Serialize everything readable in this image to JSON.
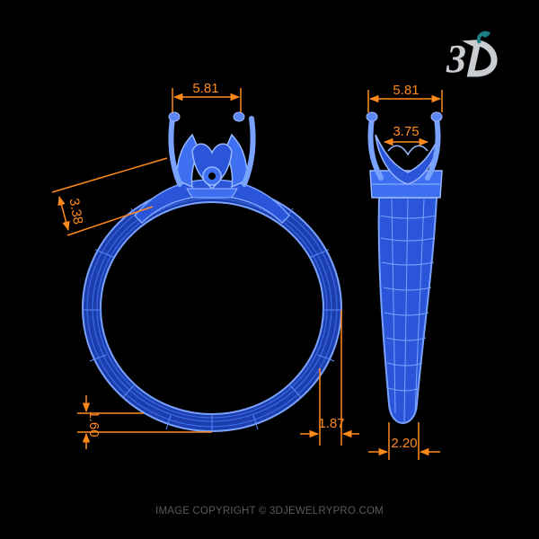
{
  "colors": {
    "background": "#000000",
    "wire": "#3d6ff0",
    "wire_dark": "#1d3fae",
    "wire_light": "#79a2ff",
    "dimension": "#ff8a1c",
    "logo_silver": "#c9cdd2",
    "logo_teal": "#1e7f86",
    "copyright": "#5a5a5a"
  },
  "logo": {
    "text": "3D",
    "icon": "3djewelrypro-logo"
  },
  "front_view": {
    "top_width": "5.81",
    "shoulder": "3.38",
    "band_thickness": "1.60",
    "band_height": "1.87"
  },
  "side_view": {
    "head_width": "5.81",
    "inner_width": "3.75",
    "shank_width": "2.20"
  },
  "footer": {
    "copyright": "IMAGE COPYRIGHT © 3DJEWELRYPRO.COM"
  }
}
